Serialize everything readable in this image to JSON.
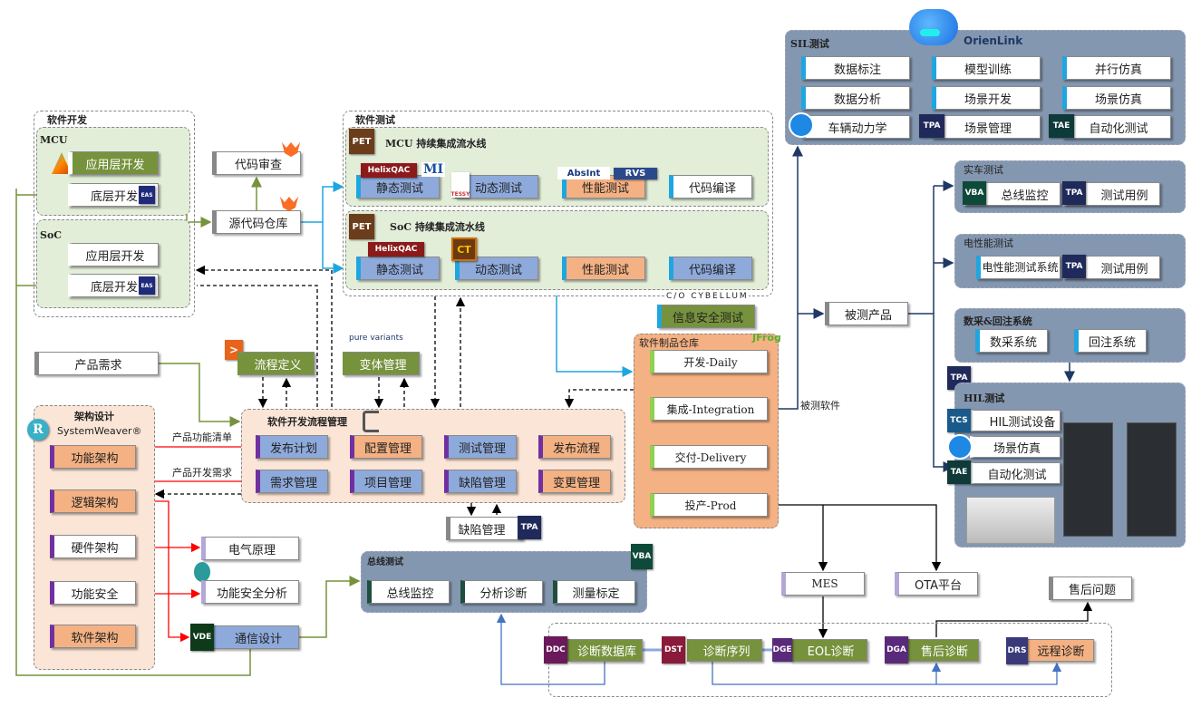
{
  "software_dev": {
    "title": "软件开发",
    "mcu": {
      "title": "MCU",
      "app": "应用层开发",
      "base": "底层开发"
    },
    "soc": {
      "title": "SoC",
      "app": "应用层开发",
      "base": "底层开发"
    }
  },
  "code_review": "代码审查",
  "source_repo": "源代码仓库",
  "software_test": {
    "title": "软件测试",
    "mcu_pipeline": {
      "title": "MCU 持续集成流水线",
      "steps": [
        "静态测试",
        "动态测试",
        "性能测试",
        "代码编译"
      ]
    },
    "soc_pipeline": {
      "title": "SoC 持续集成流水线",
      "steps": [
        "静态测试",
        "动态测试",
        "性能测试",
        "代码编译"
      ]
    }
  },
  "security_test": "信息安全测试",
  "artifact_repo": {
    "title": "软件制品仓库",
    "stages": [
      "开发-Daily",
      "集成-Integration",
      "交付-Delivery",
      "投产-Prod"
    ]
  },
  "product_under_test": "被测产品",
  "software_under_test": "被测软件",
  "sil": {
    "title": "SIL测试",
    "brand": "OrienLink",
    "items": [
      "数据标注",
      "模型训练",
      "并行仿真",
      "数据分析",
      "场景开发",
      "场景仿真",
      "车辆动力学",
      "场景管理",
      "自动化测试"
    ]
  },
  "real_vehicle": {
    "title": "实车测试",
    "items": [
      "总线监控",
      "测试用例"
    ]
  },
  "electrical": {
    "title": "电性能测试",
    "items": [
      "电性能测试系统",
      "测试用例"
    ]
  },
  "daq": {
    "title": "数采&回注系统",
    "items": [
      "数采系统",
      "回注系统"
    ]
  },
  "hil": {
    "title": "HIL测试",
    "items": [
      "HIL测试设备",
      "场景仿真",
      "自动化测试"
    ]
  },
  "product_req": "产品需求",
  "process_def": "流程定义",
  "variant_mgmt": "变体管理",
  "process_mgmt": {
    "title": "软件开发流程管理",
    "items": [
      "发布计划",
      "配置管理",
      "测试管理",
      "发布流程",
      "需求管理",
      "项目管理",
      "缺陷管理",
      "变更管理"
    ]
  },
  "defect_mgmt": "缺陷管理",
  "arch": {
    "title": "架构设计",
    "items": [
      "功能架构",
      "逻辑架构",
      "硬件架构",
      "功能安全",
      "软件架构"
    ]
  },
  "labels": {
    "func_list": "产品功能清单",
    "dev_req": "产品开发需求"
  },
  "electrical_schematic": "电气原理",
  "safety_analysis": "功能安全分析",
  "comm_design": "通信设计",
  "bus_test": {
    "title": "总线测试",
    "items": [
      "总线监控",
      "分析诊断",
      "测量标定"
    ]
  },
  "mes": "MES",
  "ota": "OTA平台",
  "after_sales_issue": "售后问题",
  "diag": {
    "items": [
      "诊断数据库",
      "诊断序列",
      "EOL诊断",
      "售后诊断",
      "远程诊断"
    ]
  },
  "logos": {
    "helixqac": "HelixQAC",
    "mi": "MI",
    "tessy": "TESSY",
    "absint": "AbsInt",
    "rvs": "RVS",
    "ct": "CT",
    "pet": "PET",
    "tpa": "TPA",
    "tae": "TAE",
    "tcs": "TCS",
    "vba": "VBA",
    "vde": "VDE",
    "ddc": "DDC",
    "dst": "DST",
    "dge": "DGE",
    "dga": "DGA",
    "drs": "DRS",
    "eas": "EAS",
    "cybellum": "C/O CYBELLUM",
    "jfrog": "JFrog",
    "systemweaver": "SystemWeaver®",
    "purevariants": "pure variants"
  },
  "colors": {
    "olive": "#76923c",
    "blue_box": "#8eaadb",
    "orange_box": "#f4b183",
    "slate": "#8497b0",
    "cyan": "#1ea6e0",
    "navy": "#1f3864",
    "red": "#ff0000"
  }
}
